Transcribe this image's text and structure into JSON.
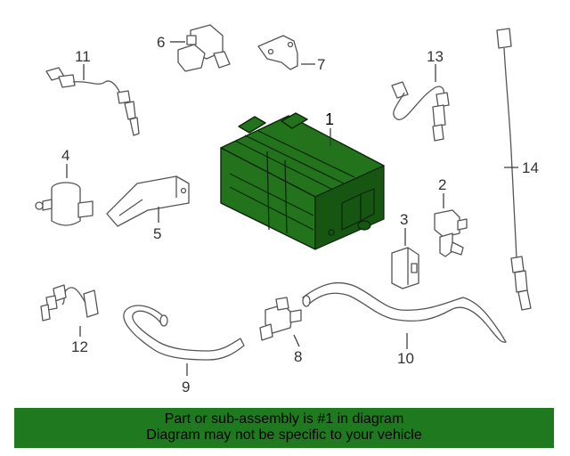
{
  "diagram": {
    "callouts": [
      "1",
      "2",
      "3",
      "4",
      "5",
      "6",
      "7",
      "8",
      "9",
      "10",
      "11",
      "12",
      "13",
      "14"
    ],
    "highlight_color": "#22731c"
  },
  "banner": {
    "line1": "Part or sub-assembly is #1 in diagram",
    "line2": "Diagram may not be specific to your vehicle",
    "background": "#1f7a1f"
  }
}
